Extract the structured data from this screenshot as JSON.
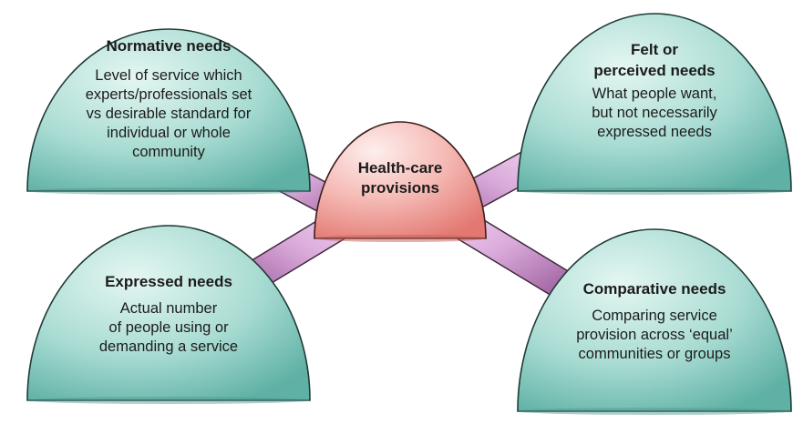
{
  "colors": {
    "dome_fill_light": "#e4f6f2",
    "dome_fill_mid": "#a9dcd3",
    "dome_fill_dark": "#5fb1a5",
    "dome_stroke": "#1f3a36",
    "center_fill_light": "#fbe0dd",
    "center_fill_dark": "#e9817a",
    "pipe_fill": "#d9a9d9",
    "pipe_dark": "#a66aa6"
  },
  "center": {
    "label": "Health-care\nprovisions"
  },
  "nodes": {
    "normative": {
      "title": "Normative needs",
      "description": "Level of service which\nexperts/professionals set\nvs desirable standard for\nindividual or whole\ncommunity"
    },
    "felt": {
      "title": "Felt or\nperceived needs",
      "description": "What people want,\nbut not necessarily\nexpressed needs"
    },
    "expressed": {
      "title": "Expressed needs",
      "description": "Actual number\nof people using or\ndemanding a service"
    },
    "comparative": {
      "title": "Comparative needs",
      "description": "Comparing service\nprovision across ‘equal’\ncommunities or groups"
    }
  }
}
